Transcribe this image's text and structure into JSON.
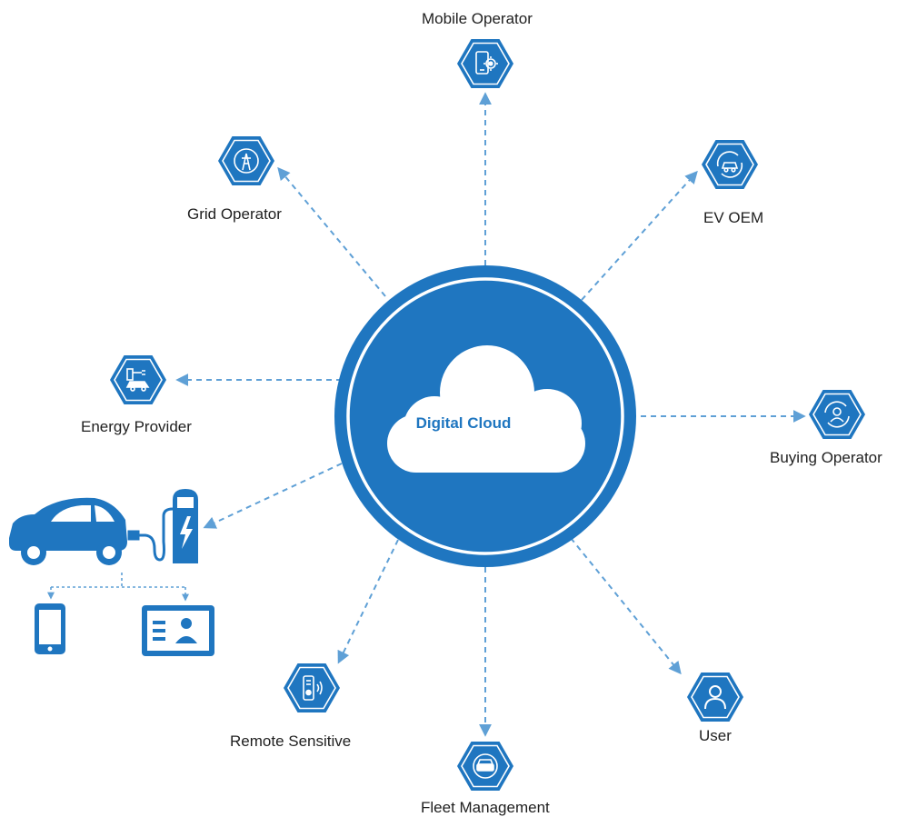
{
  "center": {
    "label": "Digital Cloud"
  },
  "nodes": [
    {
      "id": "mobile-operator",
      "label": "Mobile Operator",
      "icon": "smartphone-gear-icon"
    },
    {
      "id": "ev-oem",
      "label": "EV OEM",
      "icon": "car-recycle-icon"
    },
    {
      "id": "buying-operator",
      "label": "Buying Operator",
      "icon": "person-cycle-icon"
    },
    {
      "id": "user",
      "label": "User",
      "icon": "user-icon"
    },
    {
      "id": "fleet-management",
      "label": "Fleet Management",
      "icon": "car-front-icon"
    },
    {
      "id": "remote-sensitive",
      "label": "Remote Sensitive",
      "icon": "remote-control-icon"
    },
    {
      "id": "energy-provider",
      "label": "Energy Provider",
      "icon": "charging-car-icon"
    },
    {
      "id": "grid-operator",
      "label": "Grid Operator",
      "icon": "power-tower-icon"
    }
  ],
  "charging_station": {
    "icons": [
      "electric-car-icon",
      "charging-station-icon",
      "smartphone-icon",
      "id-card-icon"
    ]
  },
  "colors": {
    "primary": "#1f76c0",
    "line": "#5fa0d6",
    "text": "#1f1f1f"
  }
}
